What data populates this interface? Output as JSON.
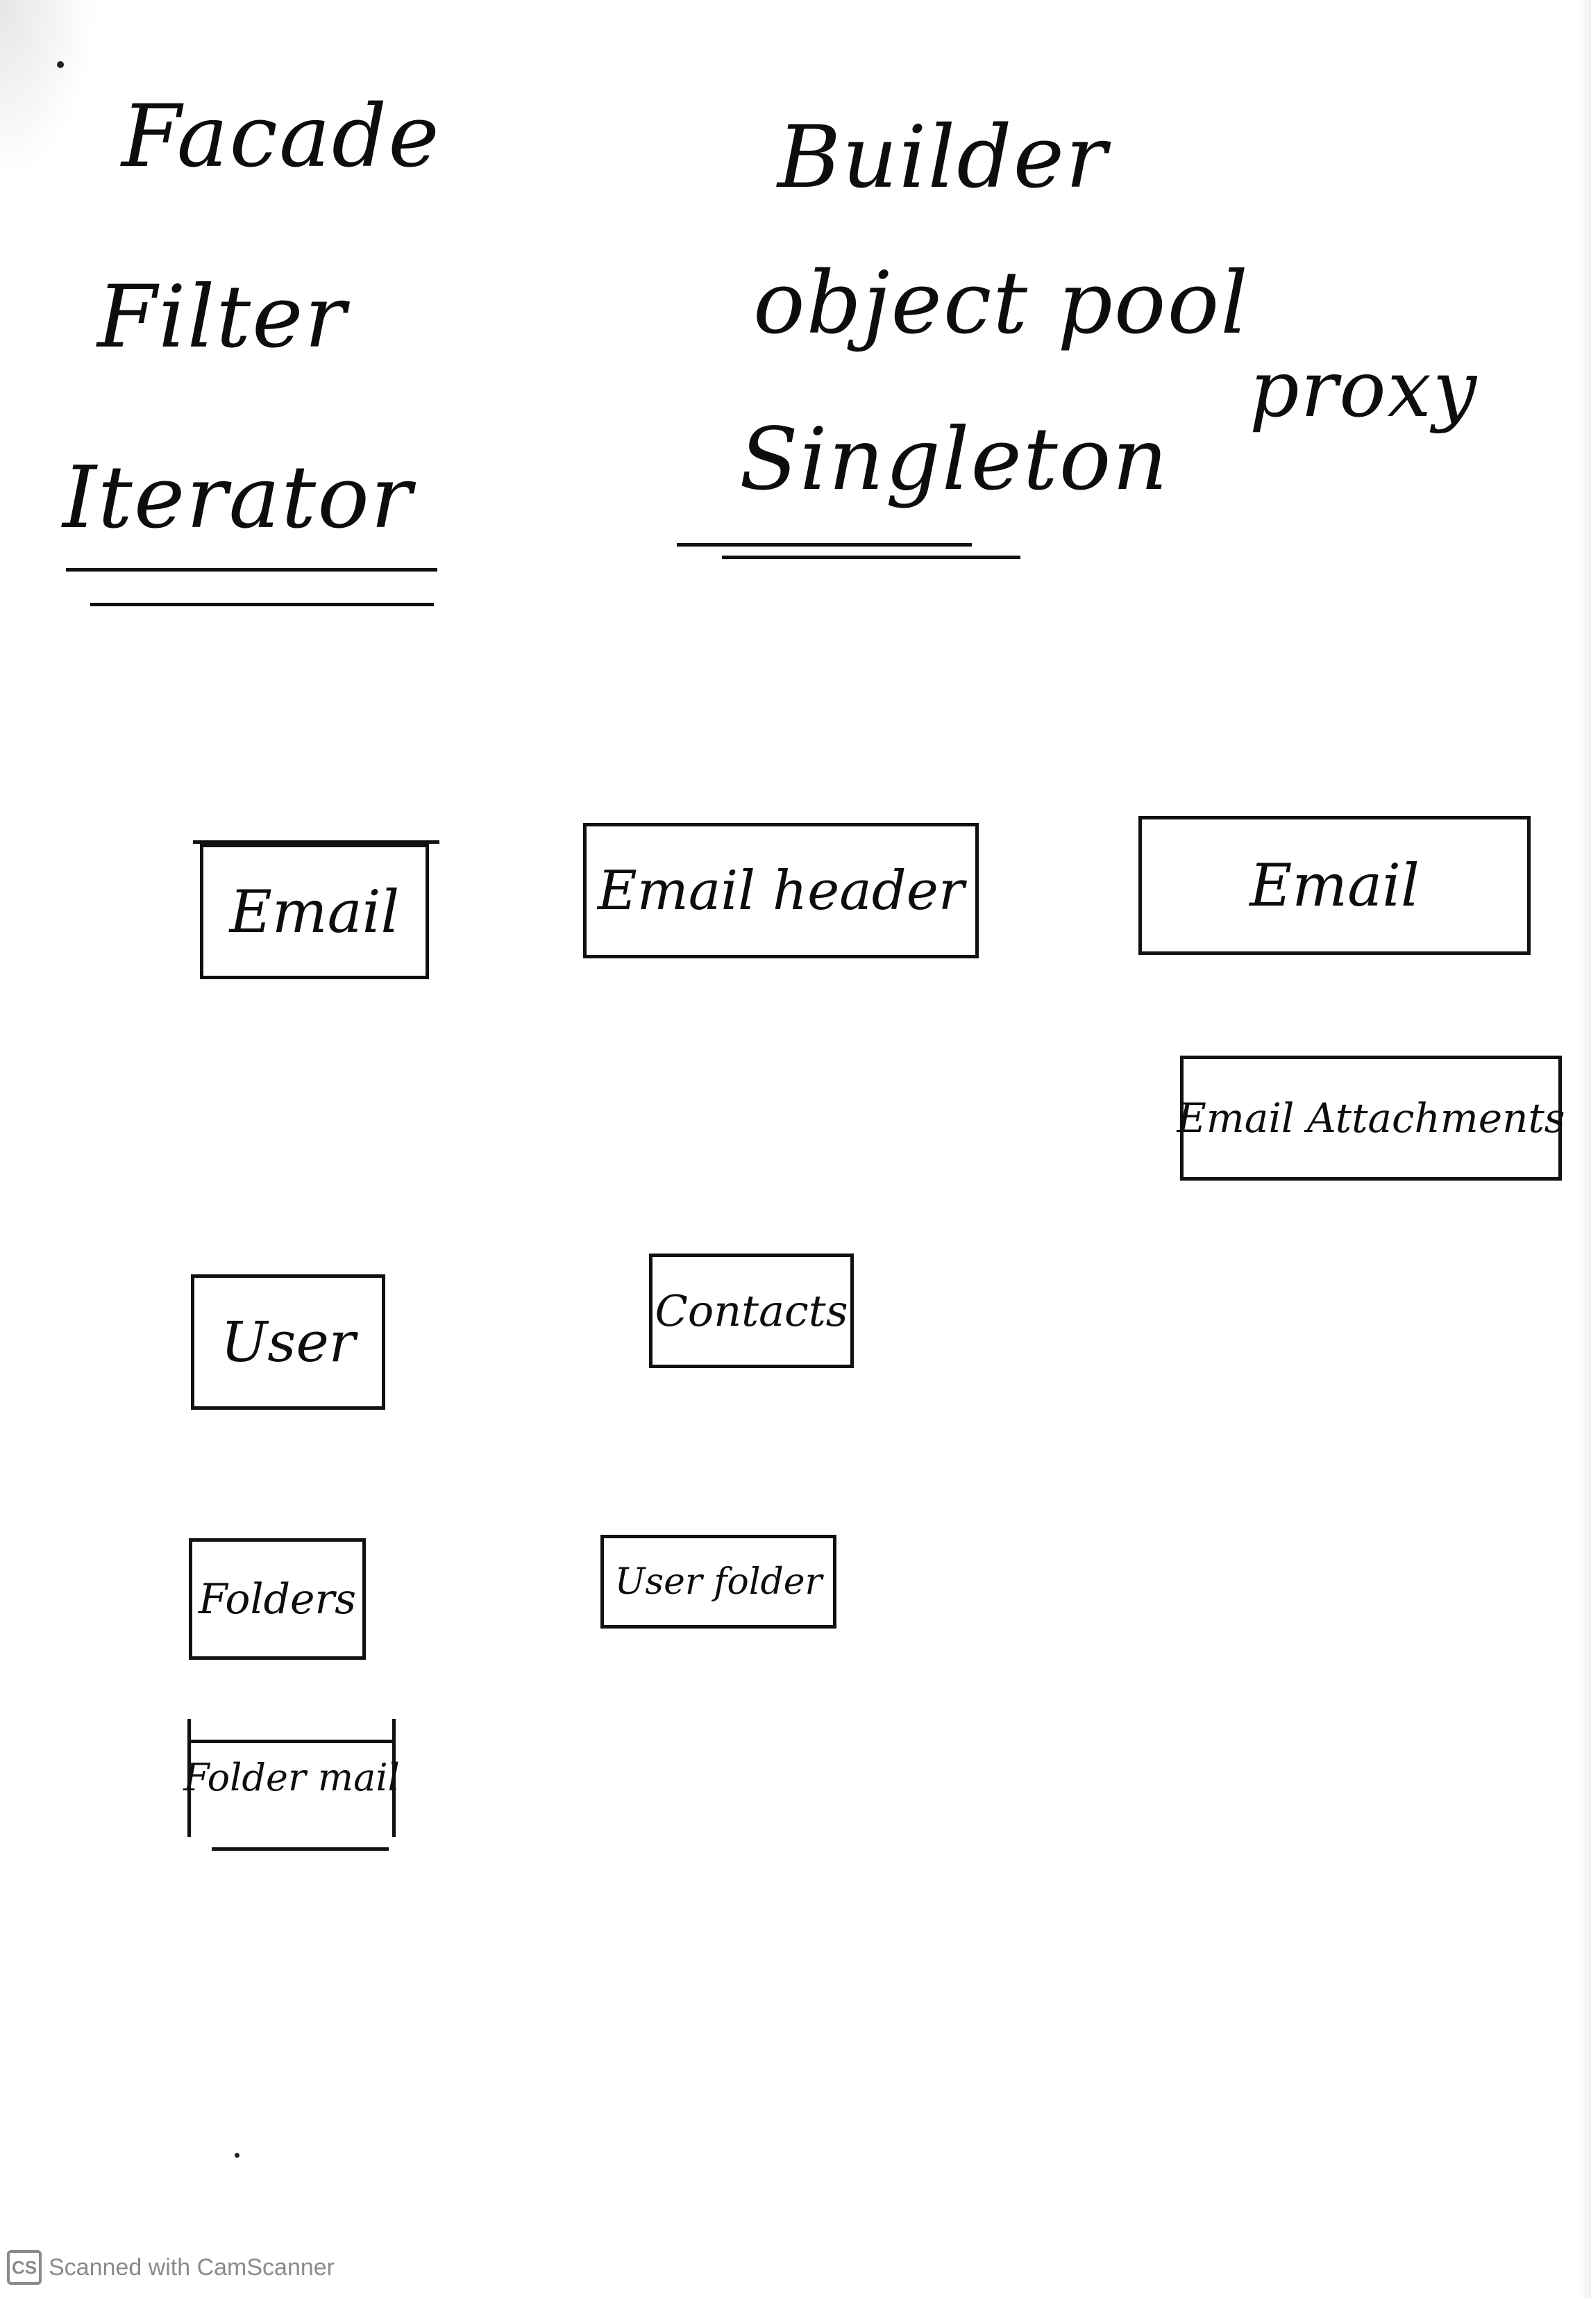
{
  "patterns": {
    "facade": "Facade",
    "filter": "Filter",
    "iterator": "Iterator",
    "builder": "Builder",
    "object_pool": "object pool",
    "singleton": "Singleton",
    "proxy": "proxy"
  },
  "boxes": {
    "email_1": "Email",
    "email_header": "Email header",
    "email_2": "Email",
    "email_attachments": "Email Attachments",
    "user": "User",
    "contacts": "Contacts",
    "folders": "Folders",
    "user_folder": "User folder",
    "folder_mail": "Folder mail"
  },
  "footer": {
    "logo_text": "CS",
    "scanner_text": "Scanned with CamScanner"
  },
  "colors": {
    "ink": "#111111",
    "paper": "#ffffff",
    "watermark": "#8a8a8a"
  }
}
